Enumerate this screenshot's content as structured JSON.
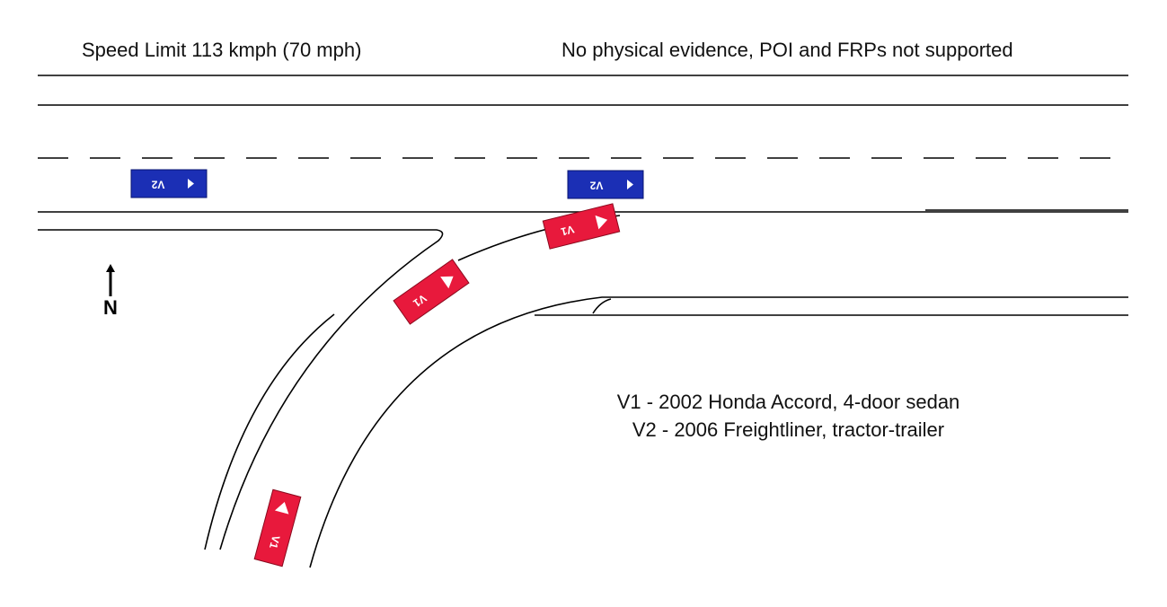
{
  "header": {
    "speed_limit": "Speed Limit 113 kmph (70 mph)",
    "evidence_note": "No physical evidence, POI and FRPs not supported"
  },
  "compass": {
    "letter": "N"
  },
  "legend": {
    "v1": "V1 - 2002 Honda Accord, 4-door sedan",
    "v2": "V2 - 2006 Freightliner, tractor-trailer"
  },
  "vehicles": {
    "v1_label": "V1",
    "v2_label": "V2",
    "v1_color": "#e8193c",
    "v2_color": "#1b2fb5"
  }
}
